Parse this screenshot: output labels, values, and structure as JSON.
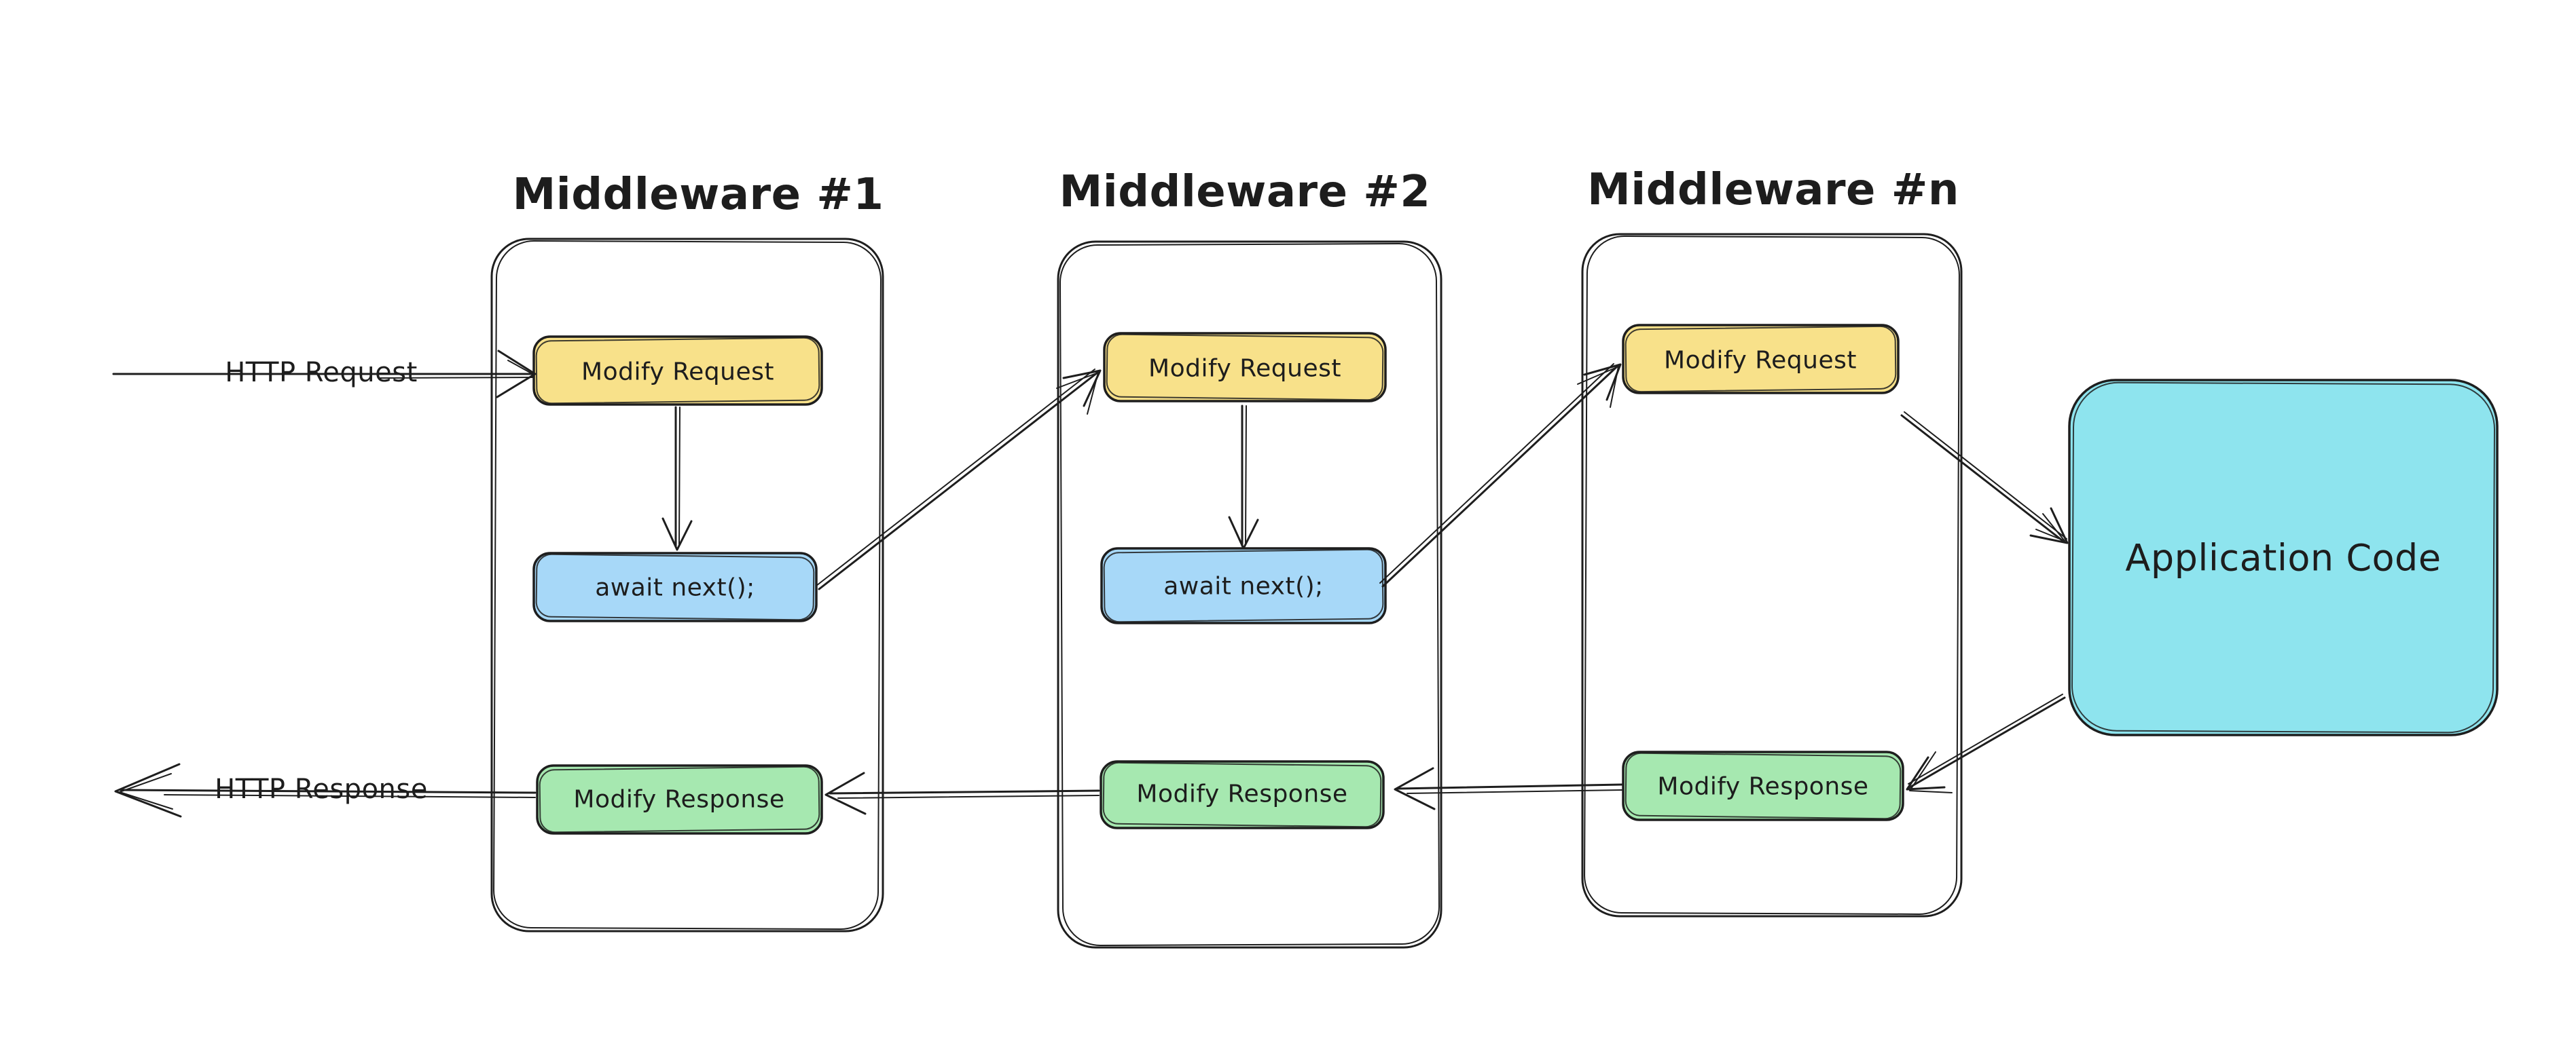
{
  "colors": {
    "background": "#ffffff",
    "stroke": "#1e1e1e",
    "modify_request_fill": "#F8E18A",
    "await_next_fill": "#A7D8F8",
    "modify_response_fill": "#A6E8B0",
    "application_fill": "#8EE4EE"
  },
  "flow": {
    "request_label": "HTTP Request",
    "response_label": "HTTP Response"
  },
  "application": {
    "label": "Application Code"
  },
  "middlewares": [
    {
      "title": "Middleware #1",
      "modify_request": "Modify Request",
      "await_next": "await next();",
      "modify_response": "Modify Response"
    },
    {
      "title": "Middleware #2",
      "modify_request": "Modify Request",
      "await_next": "await next();",
      "modify_response": "Modify Response"
    },
    {
      "title": "Middleware #n",
      "modify_request": "Modify Request",
      "modify_response": "Modify Response"
    }
  ]
}
